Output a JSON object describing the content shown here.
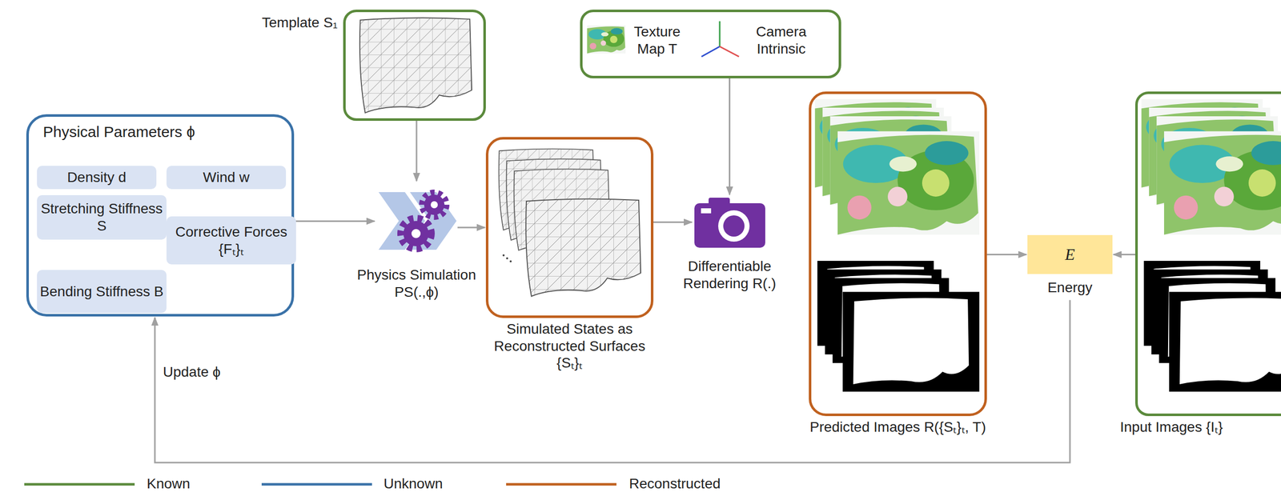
{
  "diagram": {
    "nodes": [
      {
        "text": [
          "Template S₁"
        ]
      },
      {
        "text": [
          "Texture Map T",
          "Camera Intrinsic"
        ]
      },
      {
        "text": [
          "Physical Parameters ϕ"
        ]
      },
      {
        "text": [
          "Density d"
        ],
        "in": 2
      },
      {
        "text": [
          "Wind w"
        ],
        "in": 2
      },
      {
        "text": [
          "Stretching Stiffness S"
        ],
        "in": 2
      },
      {
        "text": [
          "Corrective Forces {Fₜ}ₜ"
        ],
        "in": 2
      },
      {
        "text": [
          "Bending Stiffness B"
        ],
        "in": 2
      },
      {
        "text": [
          "Physics Simulation PS(.,ϕ)"
        ]
      },
      {
        "text": [
          "Simulated States as Reconstructed Surfaces {Sₜ}ₜ"
        ]
      },
      {
        "text": [
          "Differentiable Rendering R(.)"
        ]
      },
      {
        "text": [
          "Predicted Images R({Sₜ}ₜ, T)"
        ]
      },
      {
        "text": [
          "E",
          "Energy"
        ]
      },
      {
        "text": [
          "Input Images {Iₜ}"
        ]
      }
    ],
    "edges": [
      {
        "from": 2,
        "to": 8,
        "arrow": "to"
      },
      {
        "from": 0,
        "to": 8,
        "arrow": "to"
      },
      {
        "from": 8,
        "to": 9,
        "arrow": "to"
      },
      {
        "from": 9,
        "to": 10,
        "arrow": "to"
      },
      {
        "from": 1,
        "to": 10,
        "arrow": "to"
      },
      {
        "from": 11,
        "to": 12,
        "arrow": "to"
      },
      {
        "from": 13,
        "to": 12,
        "arrow": "to"
      },
      {
        "from": 12,
        "to": 2,
        "label": "Update ϕ",
        "arrow": "to"
      }
    ],
    "legend": [
      {
        "text": "Known"
      },
      {
        "text": "Unknown"
      },
      {
        "text": "Reconstructed"
      }
    ]
  }
}
